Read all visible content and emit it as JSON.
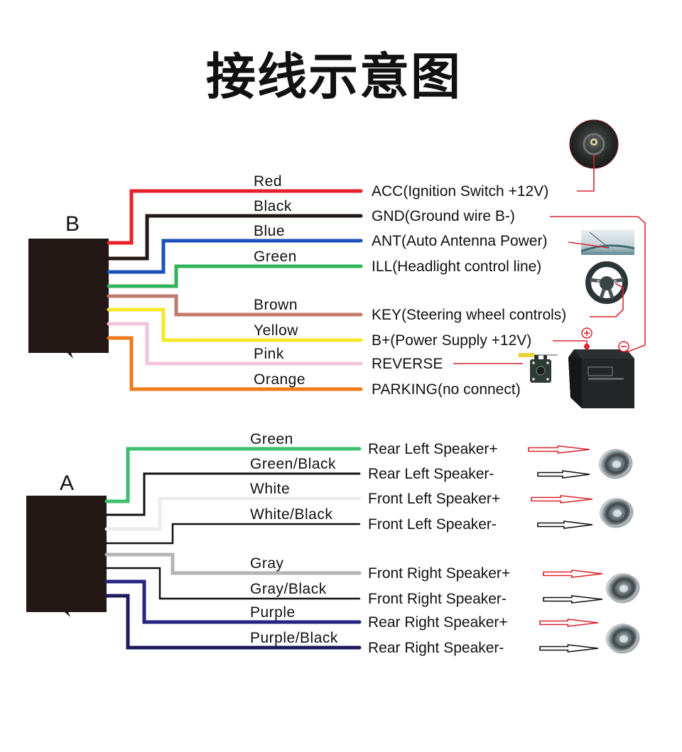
{
  "title": "接线示意图",
  "connectors": [
    {
      "id": "B",
      "label": "B",
      "wires": [
        {
          "color_name": "Red",
          "hex": "#e8202a",
          "function": "ACC(Ignition Switch +12V)"
        },
        {
          "color_name": "Black",
          "hex": "#231815",
          "function": "GND(Ground wire B-)"
        },
        {
          "color_name": "Blue",
          "hex": "#1f4fb8",
          "function": "ANT(Auto Antenna Power)"
        },
        {
          "color_name": "Green",
          "hex": "#2fb35a",
          "function": "ILL(Headlight control line)"
        },
        {
          "color_name": "Brown",
          "hex": "#c07a6c",
          "function": "KEY(Steering wheel controls)"
        },
        {
          "color_name": "Yellow",
          "hex": "#f5e82a",
          "function": "B+(Power Supply +12V)"
        },
        {
          "color_name": "Pink",
          "hex": "#f1c4dd",
          "function": "REVERSE"
        },
        {
          "color_name": "Orange",
          "hex": "#ef7a1a",
          "function": "PARKING(no connect)"
        }
      ],
      "devices": [
        {
          "name": "ignition-switch",
          "connects_to": "ACC"
        },
        {
          "name": "antenna",
          "connects_to": "ANT"
        },
        {
          "name": "steering-wheel",
          "connects_to": "KEY"
        },
        {
          "name": "battery",
          "connects_to": [
            "B+",
            "GND"
          ],
          "terminals": {
            "positive": "+",
            "negative": "-"
          }
        },
        {
          "name": "reverse-camera",
          "connects_to": "REVERSE"
        }
      ],
      "leader_color": "#d9252e"
    },
    {
      "id": "A",
      "label": "A",
      "wires": [
        {
          "color_name": "Green",
          "hex": "#3dbd6e",
          "function": "Rear Left Speaker+",
          "polarity": "+"
        },
        {
          "color_name": "Green/Black",
          "hex": "#111111",
          "stripe": "#3dbd6e",
          "function": "Rear Left Speaker-",
          "polarity": "-"
        },
        {
          "color_name": "White",
          "hex": "#ececec",
          "function": "Front Left Speaker+",
          "polarity": "+"
        },
        {
          "color_name": "White/Black",
          "hex": "#111111",
          "function": "Front Left Speaker-",
          "polarity": "-"
        },
        {
          "color_name": "Gray",
          "hex": "#b4b4b4",
          "function": "Front Right Speaker+",
          "polarity": "+"
        },
        {
          "color_name": "Gray/Black",
          "hex": "#111111",
          "function": "Front Right Speaker-",
          "polarity": "-"
        },
        {
          "color_name": "Purple",
          "hex": "#27247f",
          "function": "Rear Right Speaker+",
          "polarity": "+"
        },
        {
          "color_name": "Purple/Black",
          "hex": "#1d1a5e",
          "function": "Rear Right Speaker-",
          "polarity": "-"
        }
      ],
      "speakers": [
        "rear-left",
        "front-left",
        "front-right",
        "rear-right"
      ],
      "arrow_colors": {
        "positive": "#d9252e",
        "negative": "#111111"
      }
    }
  ]
}
